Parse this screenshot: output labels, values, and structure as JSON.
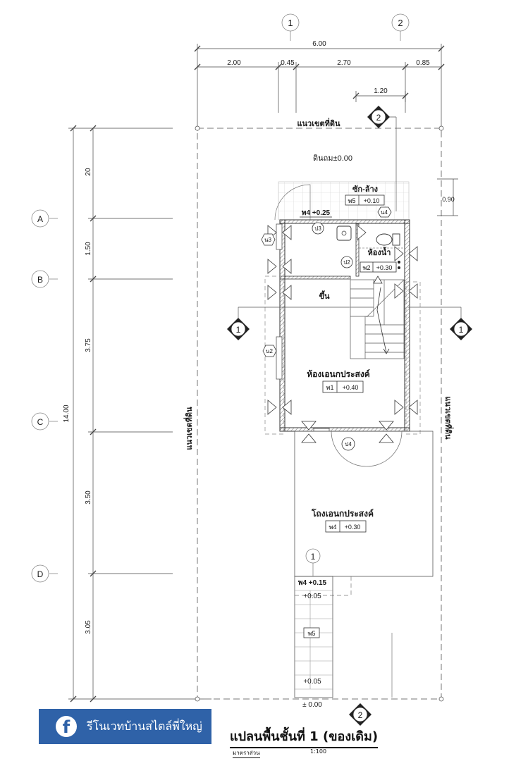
{
  "grid": {
    "cols": [
      "1",
      "2"
    ],
    "rows": [
      "A",
      "B",
      "C",
      "D"
    ]
  },
  "dims_top": {
    "overall": "6.00",
    "segments": [
      "2.00",
      "0.45",
      "2.70",
      "0.85"
    ],
    "sub": "1.20"
  },
  "dims_left": {
    "overall": "14.00",
    "segments": [
      "20",
      "1.50",
      "3.75",
      "3.50",
      "3.05"
    ]
  },
  "dim_right": "0.90",
  "labels": {
    "boundary_top": "แนวเขตที่ดิน",
    "boundary_left": "แนวเขตที่ดิน",
    "boundary_right": "แนวเขตที่ดิน",
    "fill_level": "ดินถม±0.00",
    "laundry": "ซัก-ล้าง",
    "bathroom": "ห้องน้ำ",
    "stair_up": "ขึ้น",
    "multipurpose_room": "ห้องเอนกประสงค์",
    "multipurpose_yard": "โถงเอนกประสงค์"
  },
  "level_tags": {
    "laundry_code": "พ5",
    "laundry_level": "+0.10",
    "landing": "พ4 +0.25",
    "bath_code": "พ2",
    "bath_level": "+0.30",
    "room_code": "พ1",
    "room_level": "+0.40",
    "yard_code": "พ4",
    "yard_level": "+0.30",
    "entry": "พ4 +0.15",
    "step_top": "+0.05",
    "ramp_code": "พ5",
    "step_bottom": "+0.05",
    "ground": "± 0.00"
  },
  "door_tags": {
    "p3": "ป3",
    "p2": "ป2",
    "p4": "ป4"
  },
  "window_tags": {
    "n4": "น4",
    "n3": "น3",
    "n2": "น2"
  },
  "section_marks": {
    "s1": "1",
    "s2": "2"
  },
  "footer": {
    "facebook_page": "รีโนเวทบ้านสไตล์พี่ใหญ่",
    "title": "แปลนพื้นชั้นที่ 1 (ของเดิม)",
    "scale_label": "มาตราส่วน",
    "scale_value": "1:100"
  },
  "colors": {
    "line": "#333333",
    "hatch": "#bbbbbb",
    "fb_blue": "#2f62a8"
  }
}
